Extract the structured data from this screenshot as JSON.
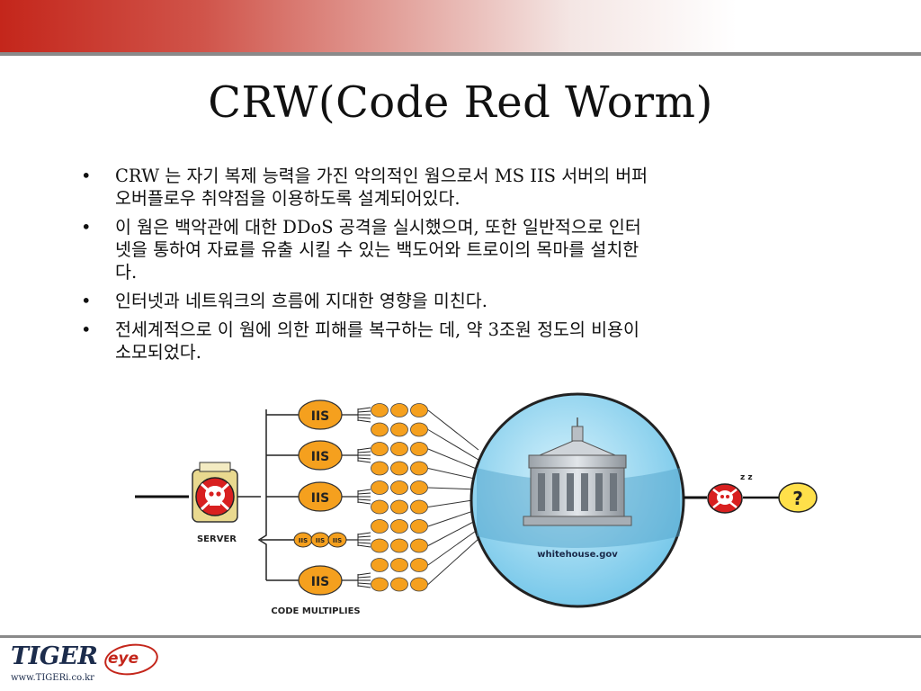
{
  "slide": {
    "title": "CRW(Code Red Worm)",
    "bullet_symbol": "•",
    "bullets": [
      {
        "line1": "CRW 는 자기 복제 능력을 가진 악의적인 웜으로서 MS IIS 서버의 버퍼",
        "line2": "오버플로우 취약점을 이용하도록 설계되어있다."
      },
      {
        "line1": "이 웜은 백악관에 대한 DDoS 공격을 실시했으며, 또한 일반적으로 인터",
        "line2": "넷을 통하여 자료를 유출 시킬 수 있는 백도어와 트로이의 목마를 설치한",
        "line3": "다."
      },
      {
        "line1": "인터넷과 네트워크의 흐름에 지대한 영향을 미친다."
      },
      {
        "line1": "전세계적으로 이 웜에 의한 피해를 복구하는 데, 약 3조원 정도의 비용이",
        "line2": "소모되었다."
      }
    ]
  },
  "diagram": {
    "server_label": "SERVER",
    "iis_label": "IIS",
    "code_multiplies_label": "CODE MULTIPLIES",
    "target_label": "whitehouse.gov",
    "sleep_label": "z z",
    "unknown_label": "?",
    "colors": {
      "iis_orange": "#f5a01e",
      "globe_blue": "#a9dff5",
      "skull_red": "#d82020",
      "question_yellow": "#ffe04a"
    }
  },
  "footer": {
    "logo_main": "TIGER",
    "logo_eye": "eye",
    "logo_url": "www.TIGERi.co.kr",
    "accent": "#c4261b"
  }
}
